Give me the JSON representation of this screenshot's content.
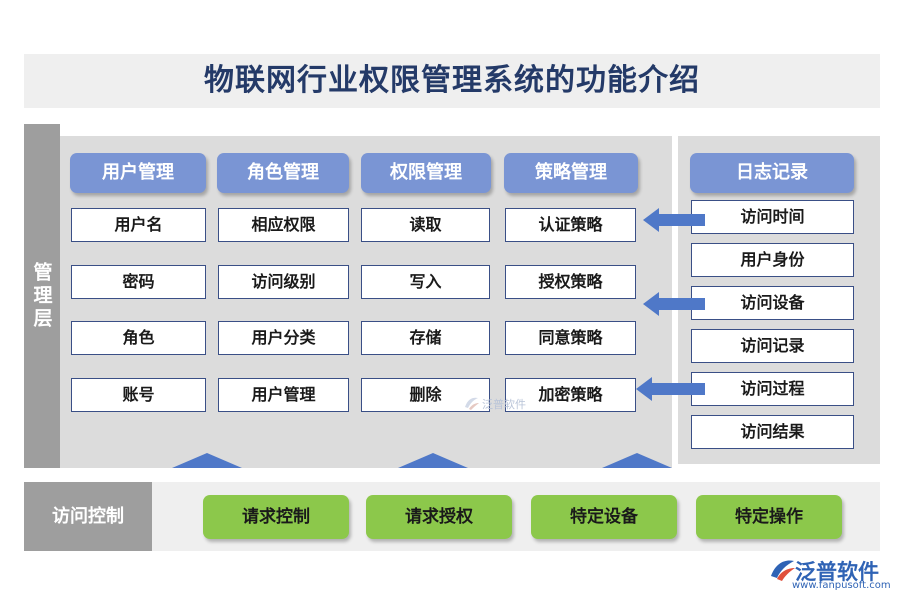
{
  "title": "物联网行业权限管理系统的功能介绍",
  "side_label": "管理层",
  "columns": [
    {
      "header": "用户管理",
      "items": [
        "用户名",
        "密码",
        "角色",
        "账号"
      ]
    },
    {
      "header": "角色管理",
      "items": [
        "相应权限",
        "访问级别",
        "用户分类",
        "用户管理"
      ]
    },
    {
      "header": "权限管理",
      "items": [
        "读取",
        "写入",
        "存储",
        "删除"
      ]
    },
    {
      "header": "策略管理",
      "items": [
        "认证策略",
        "授权策略",
        "同意策略",
        "加密策略"
      ]
    }
  ],
  "log": {
    "header": "日志记录",
    "items": [
      "访问时间",
      "用户身份",
      "访问设备",
      "访问记录",
      "访问过程",
      "访问结果"
    ]
  },
  "access_control": {
    "label": "访问控制",
    "items": [
      "请求控制",
      "请求授权",
      "特定设备",
      "特定操作"
    ]
  },
  "logo": {
    "name": "泛普软件",
    "url": "www.fanpusoft.com"
  },
  "watermark": "泛普软件",
  "colors": {
    "header_blue": "#7a95d4",
    "arrow_blue": "#4f78c8",
    "green": "#8cc84b",
    "title_navy": "#243a68"
  }
}
